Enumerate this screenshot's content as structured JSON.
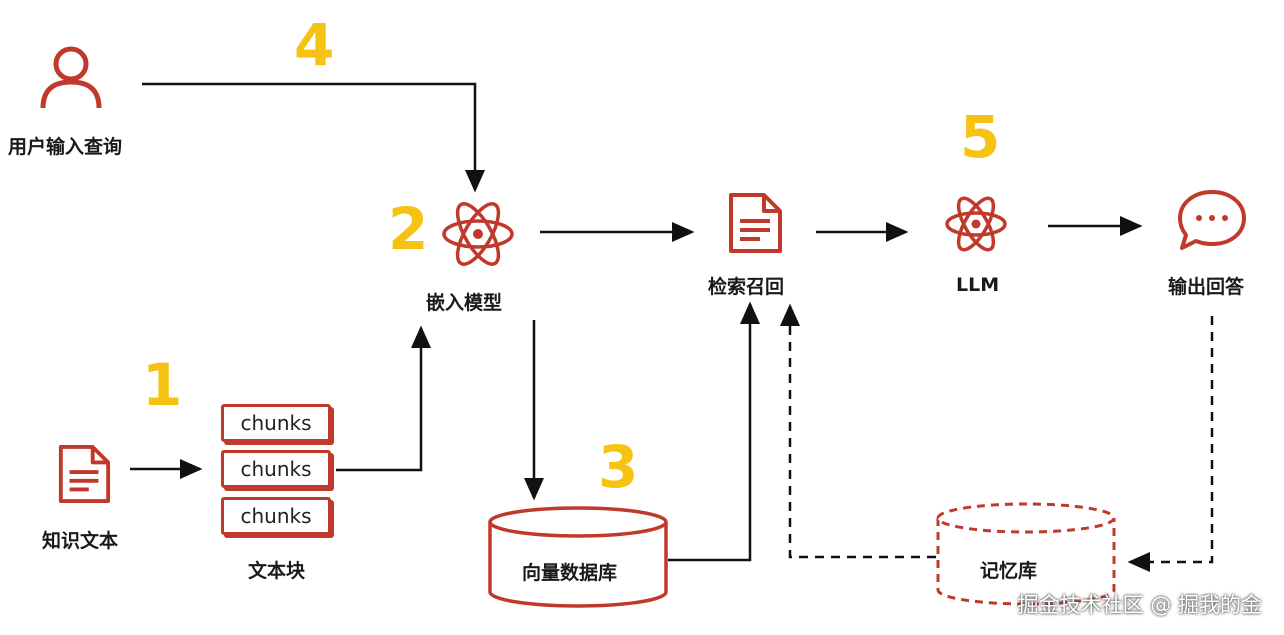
{
  "labels": {
    "user_query": "用户输入查询",
    "embedding_model": "嵌入模型",
    "retrieval": "检索召回",
    "llm": "LLM",
    "output": "输出回答",
    "knowledge_text": "知识文本",
    "text_chunks": "文本块",
    "vector_db": "向量数据库",
    "memory": "记忆库"
  },
  "chunks": [
    "chunks",
    "chunks",
    "chunks"
  ],
  "steps": [
    "1",
    "2",
    "3",
    "4",
    "5"
  ],
  "watermark": "掘金技术社区 @ 掘我的金",
  "colors": {
    "accent": "#c0392b",
    "step": "#f6c313",
    "line": "#111111"
  },
  "icons": {
    "user": "user-icon",
    "atom": "atom-icon",
    "document": "document-icon",
    "chat": "chat-bubble-icon",
    "database": "database-icon"
  }
}
